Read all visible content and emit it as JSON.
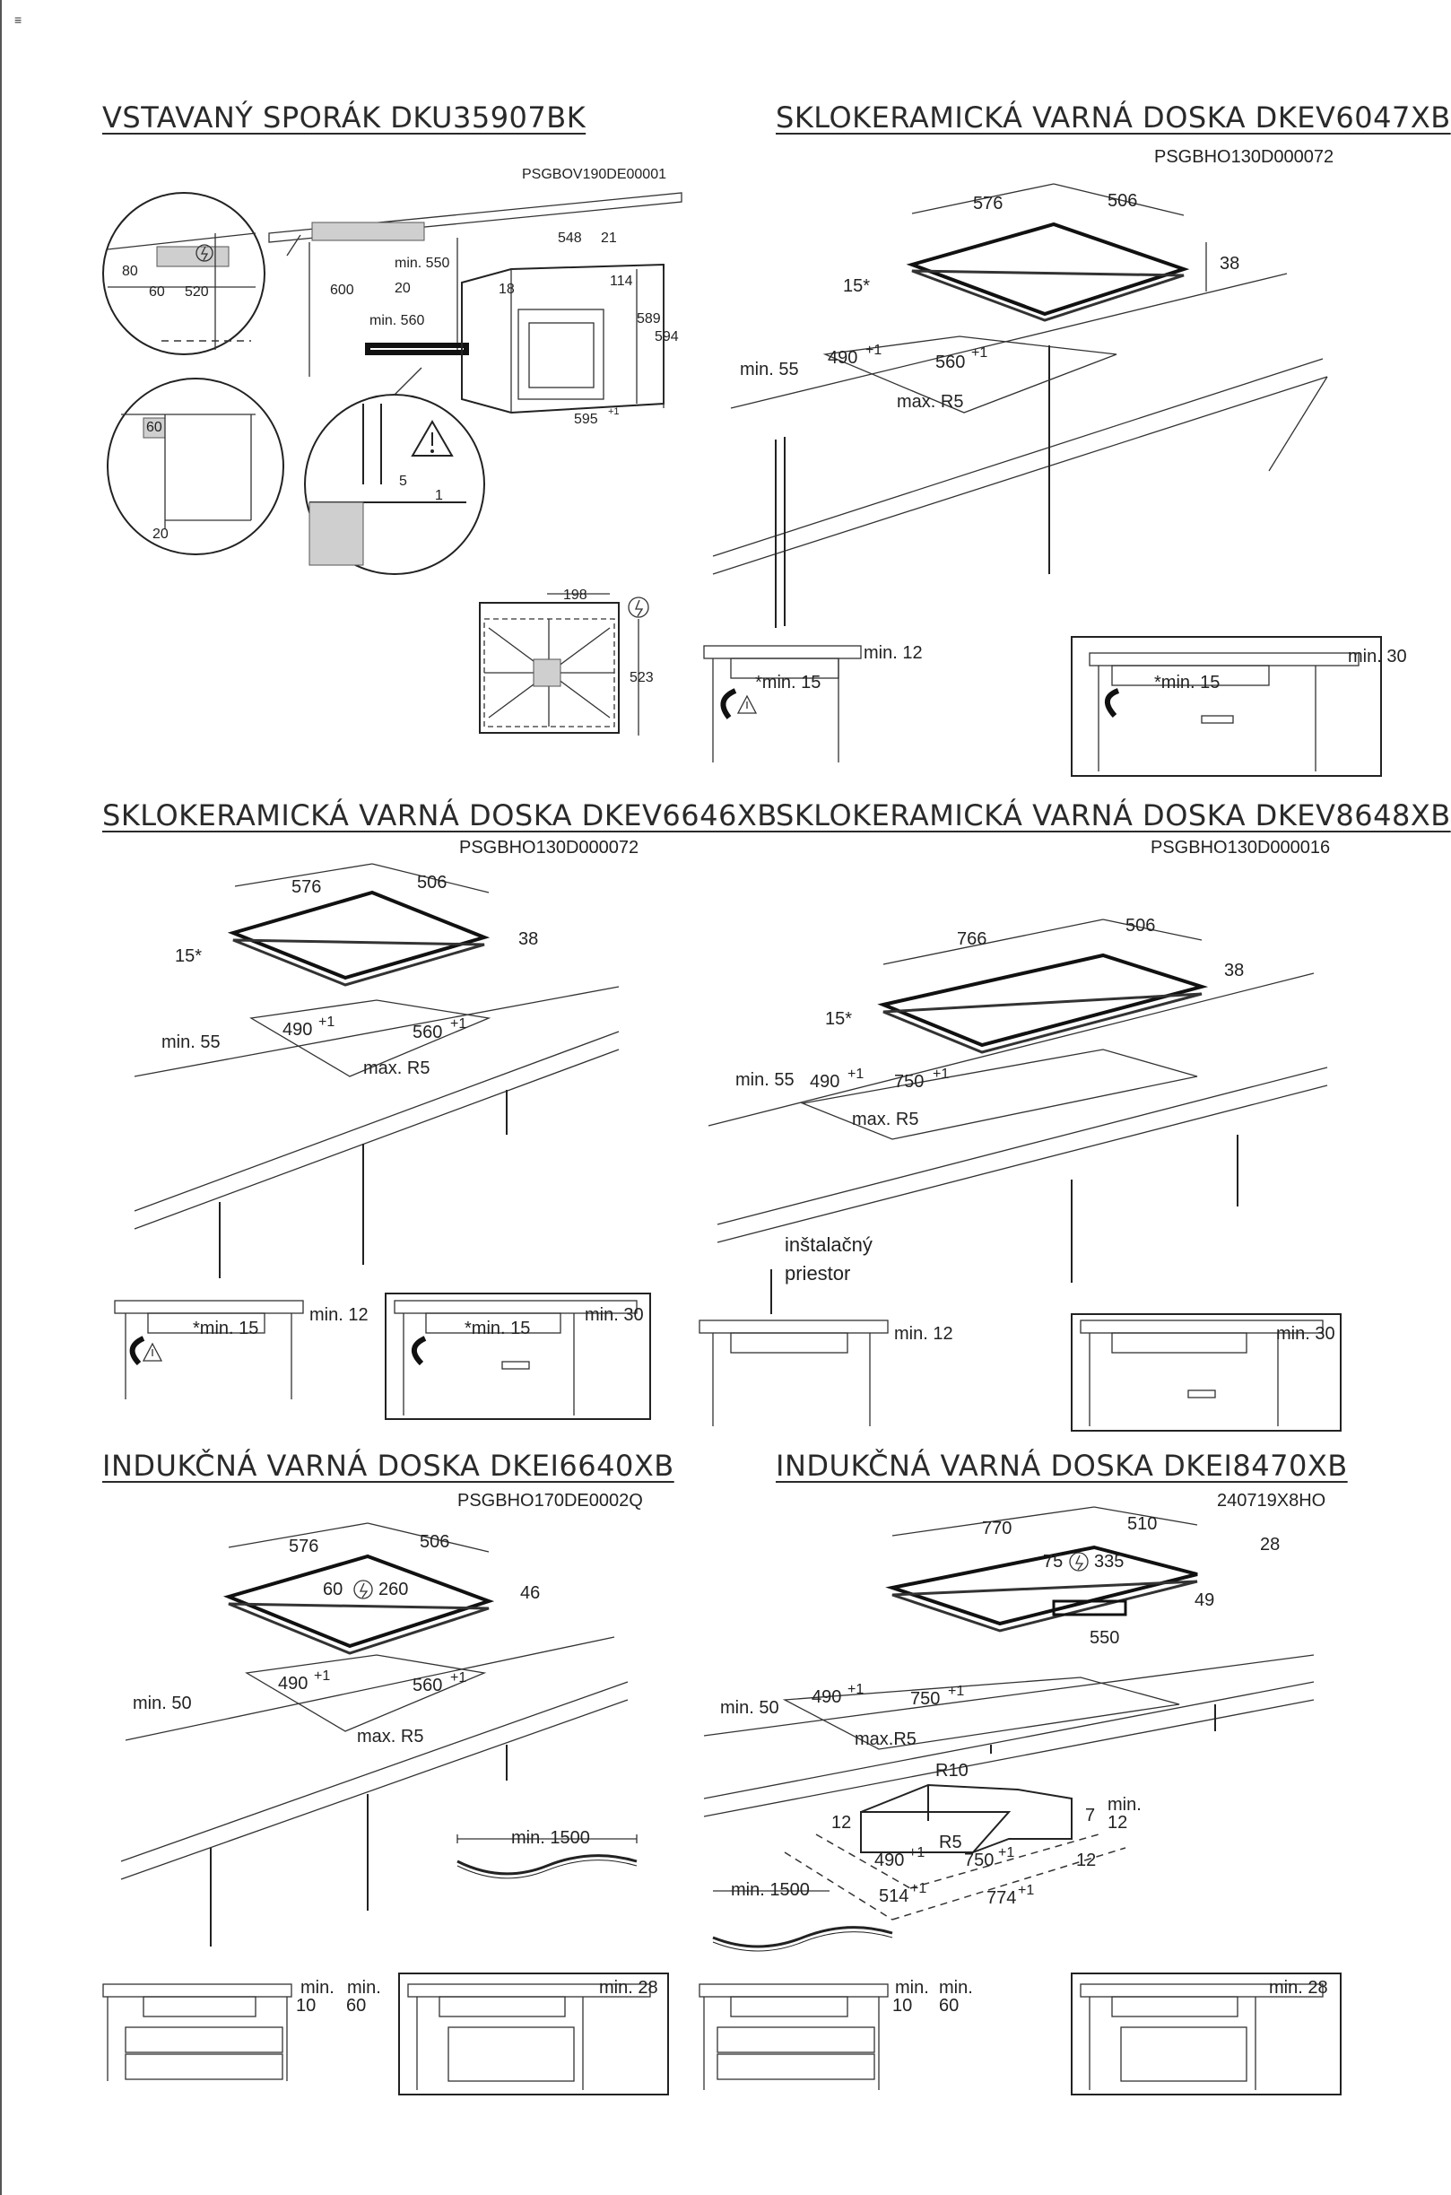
{
  "menu_icon": "≡",
  "panels": [
    {
      "title": "VSTAVANÝ SPORÁK DKU35907BK",
      "code": "PSGBOV190DE00001",
      "dims": [
        "80",
        "60",
        "520",
        "600",
        "min. 550",
        "20",
        "min. 560",
        "548",
        "21",
        "18",
        "114",
        "589",
        "594",
        "595",
        "+1",
        "60",
        "20",
        "5",
        "1",
        "198",
        "523"
      ]
    },
    {
      "title": "SKLOKERAMICKÁ VARNÁ DOSKA DKEV6047XB",
      "code": "PSGBHO130D000072",
      "dims": [
        "576",
        "506",
        "15*",
        "38",
        "min. 55",
        "490",
        "+1",
        "560",
        "+1",
        "max. R5",
        "min. 12",
        "*min. 15",
        "min. 30",
        "*min. 15"
      ]
    },
    {
      "title": "SKLOKERAMICKÁ VARNÁ DOSKA DKEV6646XB",
      "code": "PSGBHO130D000072",
      "dims": [
        "576",
        "506",
        "15*",
        "38",
        "min. 55",
        "490",
        "+1",
        "560",
        "+1",
        "max. R5",
        "min. 12",
        "*min. 15",
        "min. 30",
        "*min. 15"
      ]
    },
    {
      "title": "SKLOKERAMICKÁ VARNÁ DOSKA DKEV8648XB",
      "code": "PSGBHO130D000016",
      "dims": [
        "766",
        "506",
        "15*",
        "38",
        "min. 55",
        "490",
        "+1",
        "750",
        "+1",
        "max. R5",
        "inštalačný",
        "priestor",
        "min. 12",
        "min. 30"
      ]
    },
    {
      "title": "INDUKČNÁ VARNÁ DOSKA DKEI6640XB",
      "code": "PSGBHO170DE0002Q",
      "dims": [
        "576",
        "506",
        "60",
        "260",
        "46",
        "min. 50",
        "490",
        "+1",
        "560",
        "+1",
        "max. R5",
        "min. 1500",
        "min.",
        "10",
        "min.",
        "60",
        "min. 28"
      ]
    },
    {
      "title": "INDUKČNÁ VARNÁ DOSKA DKEI8470XB",
      "code": "240719X8HO",
      "dims": [
        "770",
        "510",
        "75",
        "335",
        "28",
        "49",
        "550",
        "min. 50",
        "490",
        "+1",
        "750",
        "+1",
        "max.R5",
        "R10",
        "7",
        "min.",
        "12",
        "12",
        "R5",
        "490",
        "+1",
        "750",
        "+1",
        "12",
        "514",
        "+1",
        "774",
        "+1",
        "min. 1500",
        "min.",
        "10",
        "min.",
        "60",
        "min. 28"
      ]
    }
  ],
  "icons": [
    "warning-icon",
    "electric-symbol-icon"
  ]
}
